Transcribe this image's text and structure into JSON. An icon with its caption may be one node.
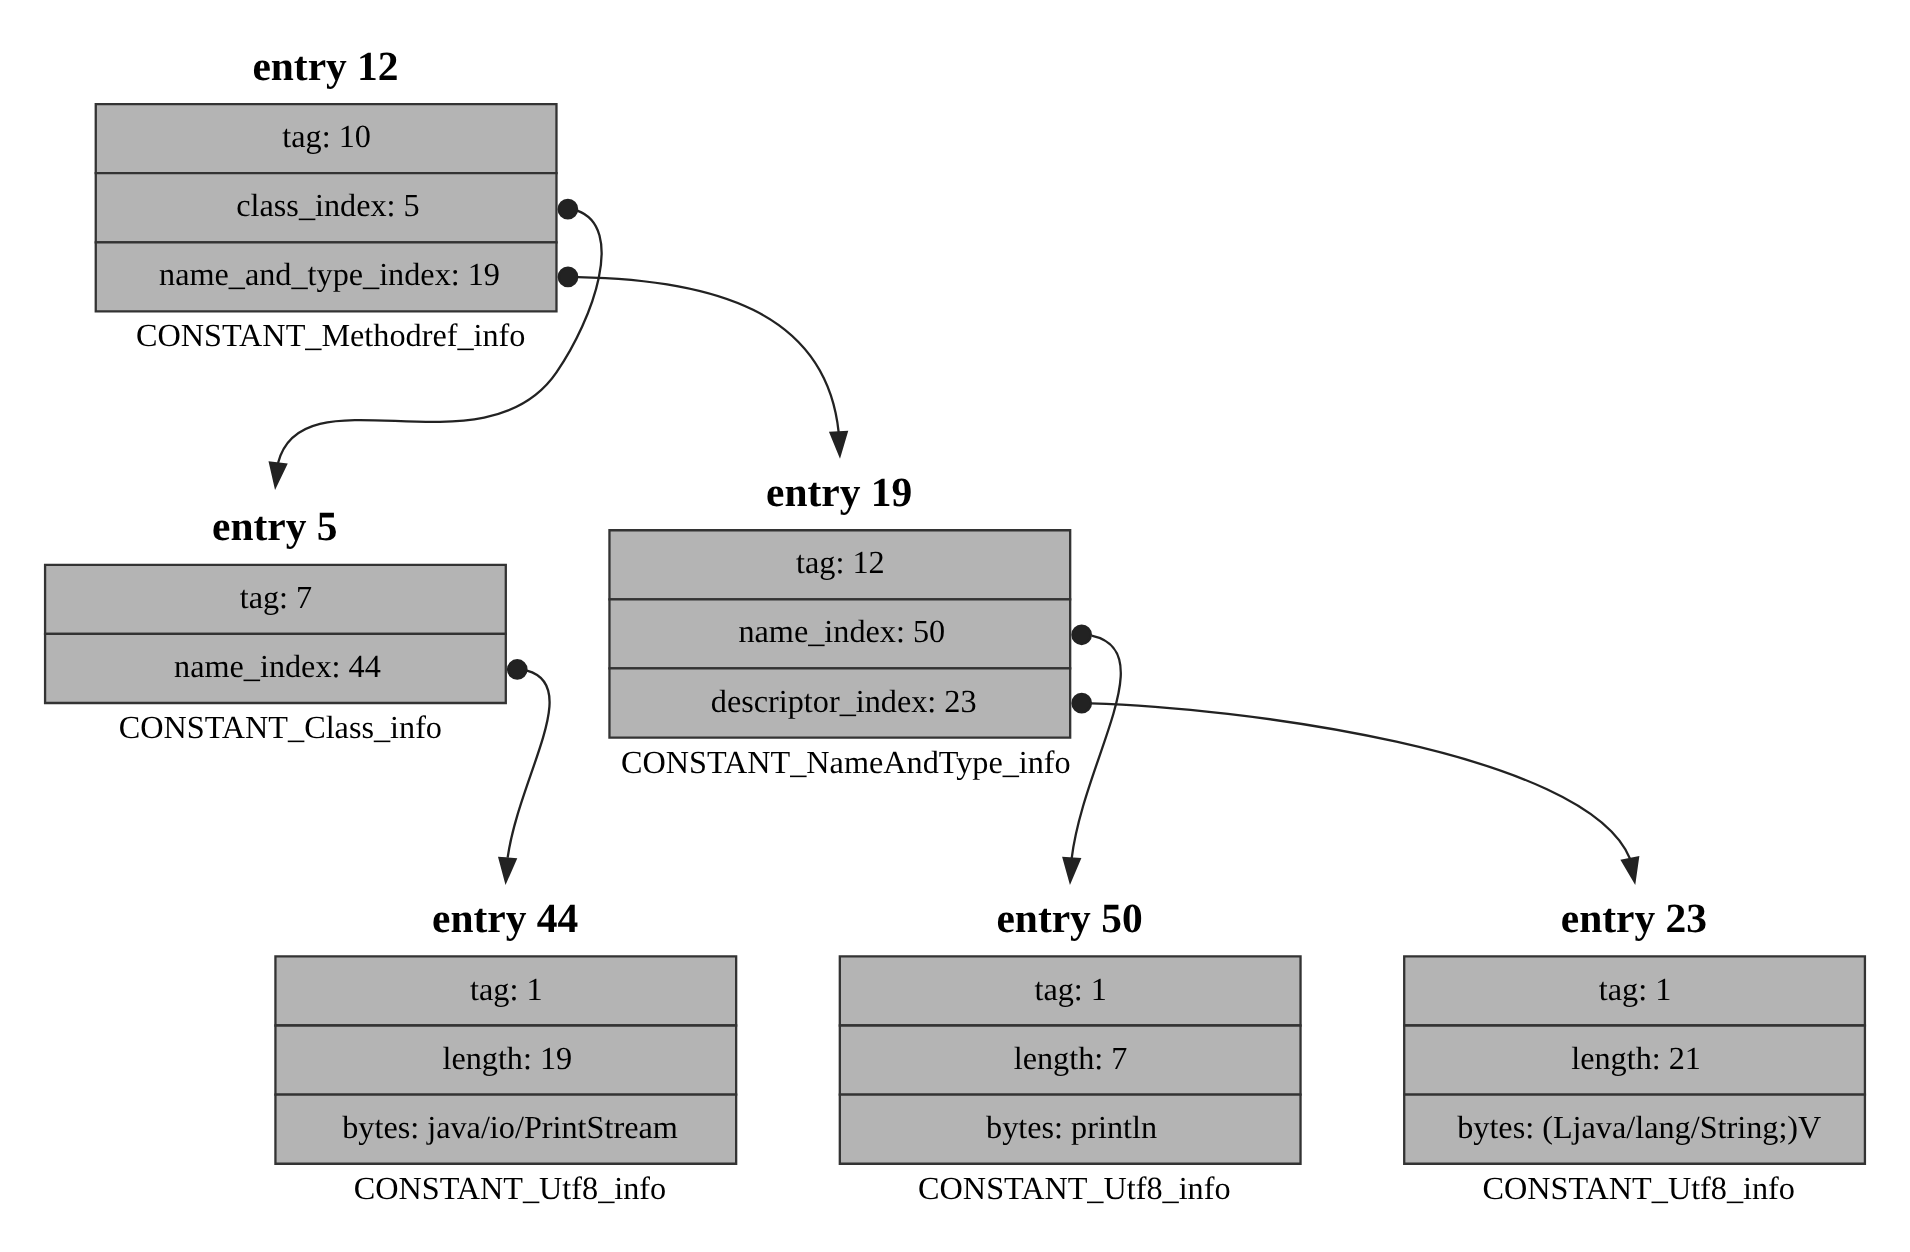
{
  "diagram": {
    "nodes": [
      {
        "text": [
          "entry 12",
          "tag: 10",
          "class_index: 5",
          "name_and_type_index: 19"
        ],
        "beside": [
          "CONSTANT_Methodref_info"
        ]
      },
      {
        "text": [
          "entry 5",
          "tag: 7",
          "name_index: 44"
        ],
        "beside": [
          "CONSTANT_Class_info"
        ]
      },
      {
        "text": [
          "entry 19",
          "tag: 12",
          "name_index: 50",
          "descriptor_index: 23"
        ],
        "beside": [
          "CONSTANT_NameAndType_info"
        ]
      },
      {
        "text": [
          "entry 44",
          "tag: 1",
          "length: 19",
          "bytes: java/io/PrintStream"
        ],
        "beside": [
          "CONSTANT_Utf8_info"
        ]
      },
      {
        "text": [
          "entry 50",
          "tag: 1",
          "length: 7",
          "bytes: println"
        ],
        "beside": [
          "CONSTANT_Utf8_info"
        ]
      },
      {
        "text": [
          "entry 23",
          "tag: 1",
          "length: 21",
          "bytes: (Ljava/lang/String;)V"
        ],
        "beside": [
          "CONSTANT_Utf8_info"
        ]
      }
    ],
    "edges": [
      {
        "from": 0,
        "to": 1,
        "arrow": "to"
      },
      {
        "from": 0,
        "to": 2,
        "arrow": "to"
      },
      {
        "from": 1,
        "to": 3,
        "arrow": "to"
      },
      {
        "from": 2,
        "to": 4,
        "arrow": "to"
      },
      {
        "from": 2,
        "to": 5,
        "arrow": "to"
      }
    ]
  }
}
